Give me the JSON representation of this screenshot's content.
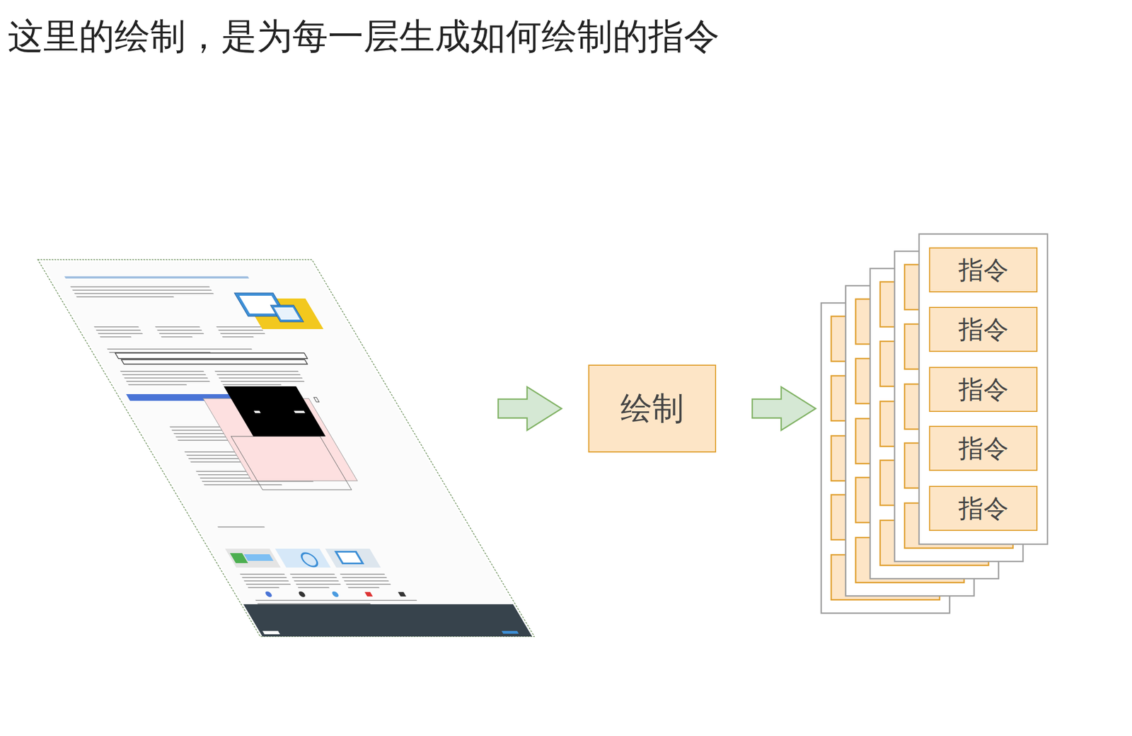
{
  "diagram": {
    "title": "这里的绘制，是为每一层生成如何绘制的指令",
    "nodes": [
      {
        "text": [
          "绘制"
        ]
      },
      {
        "text": [
          "指令"
        ]
      },
      {
        "text": [
          "指令"
        ]
      },
      {
        "text": [
          "指令"
        ]
      },
      {
        "text": [
          "指令"
        ]
      },
      {
        "text": [
          "指令"
        ]
      }
    ]
  }
}
